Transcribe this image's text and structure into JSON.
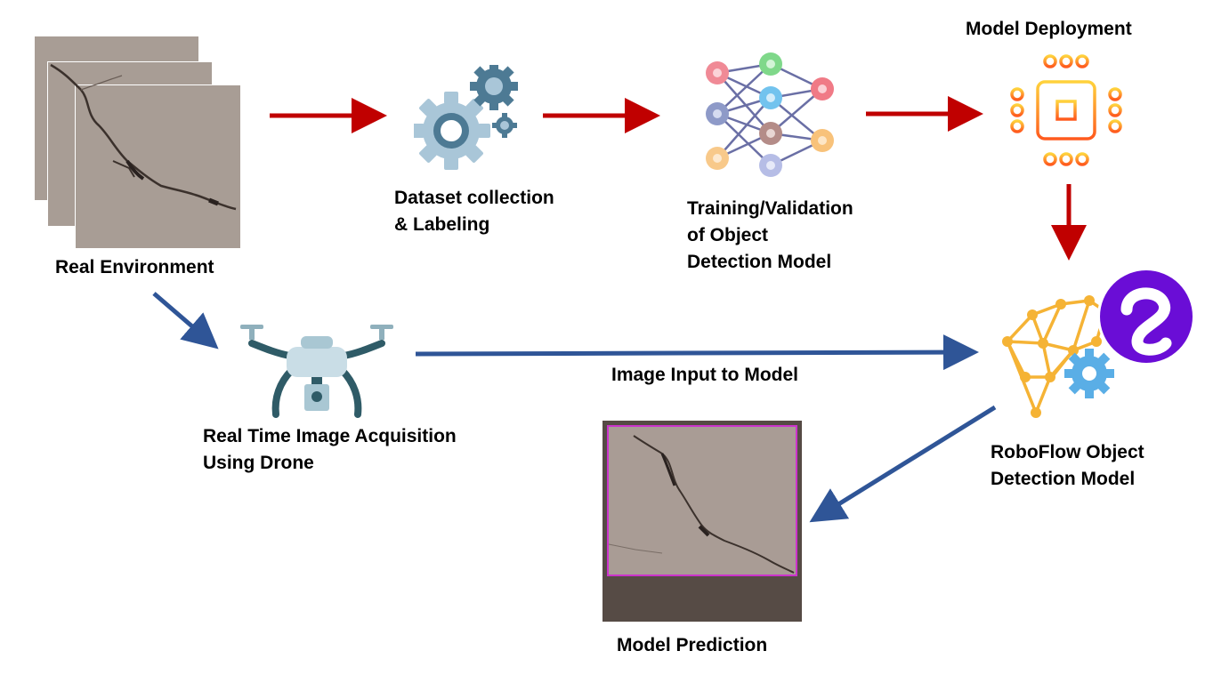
{
  "diagram": {
    "labels": {
      "real_environment": "Real Environment",
      "dataset": [
        "Dataset collection",
        "& Labeling"
      ],
      "training": [
        "Training/Validation",
        "of Object",
        "Detection Model"
      ],
      "deployment": "Model Deployment",
      "drone": [
        "Real Time Image Acquisition",
        "Using Drone"
      ],
      "image_input": "Image Input to Model",
      "roboflow": [
        "RoboFlow Object",
        "Detection Model"
      ],
      "prediction": "Model Prediction"
    },
    "colors": {
      "red_arrow": "#c00000",
      "blue_arrow": "#2f5597",
      "roboflow_purple": "#6a0dd6",
      "brain_orange": "#f5b335",
      "gear_blue": "#5aaee6",
      "chip_gradient_top": "#ffd23c",
      "chip_gradient_bottom": "#ff5a1e",
      "concrete": "#a89d95",
      "prediction_frame": "#cc33cc",
      "prediction_bg": "#564b45"
    },
    "icons": [
      "concrete-crack-photo",
      "gear-icon",
      "neural-network-icon",
      "chip-icon",
      "drone-icon",
      "roboflow-brain-icon",
      "roboflow-logo-icon"
    ]
  }
}
